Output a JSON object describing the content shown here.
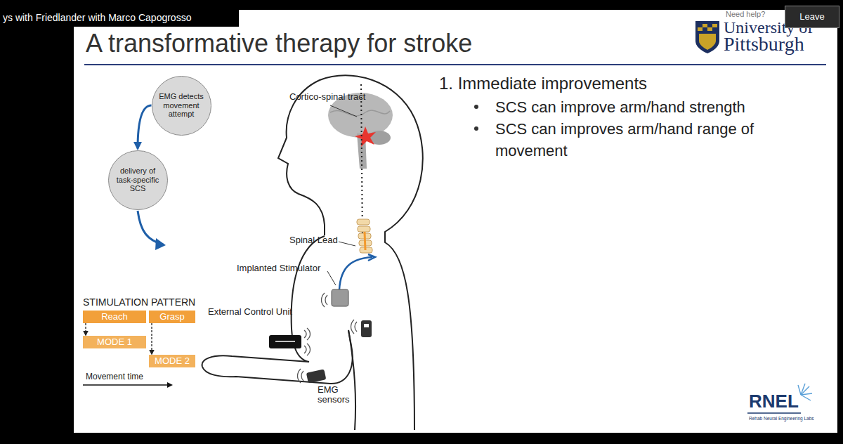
{
  "diagram": {
    "title": "A transformative therapy for stroke",
    "nodes": [
      {
        "text": [
          "EMG detects movement attempt"
        ]
      },
      {
        "text": [
          "delivery of task-specific SCS"
        ]
      },
      {
        "text": [
          "Reach"
        ]
      },
      {
        "text": [
          "Grasp"
        ]
      },
      {
        "text": [
          "MODE 1"
        ]
      },
      {
        "text": [
          "MODE 2"
        ]
      },
      {
        "text": [
          "Leave"
        ]
      }
    ],
    "edges": [
      {
        "from": 0,
        "to": 1,
        "arrow": "to"
      },
      {
        "from": 2,
        "to": 4,
        "arrow": "to"
      },
      {
        "from": 3,
        "to": 5,
        "arrow": "to"
      }
    ],
    "labels": [
      "ys with Friedlander with Marco Capogrosso",
      "Need help?",
      "University of",
      "Pittsburgh",
      "Cortico-spinal tract",
      "Spinal Lead",
      "Implanted Stimulator",
      "External Control Unit",
      "EMG sensors",
      "STIMULATION PATTERN",
      "Movement time",
      "1. Immediate improvements",
      "SCS can improve arm/hand strength",
      "SCS can improves arm/hand range of movement",
      "RNEL",
      "Rehab Neural Engineering Labs"
    ]
  }
}
